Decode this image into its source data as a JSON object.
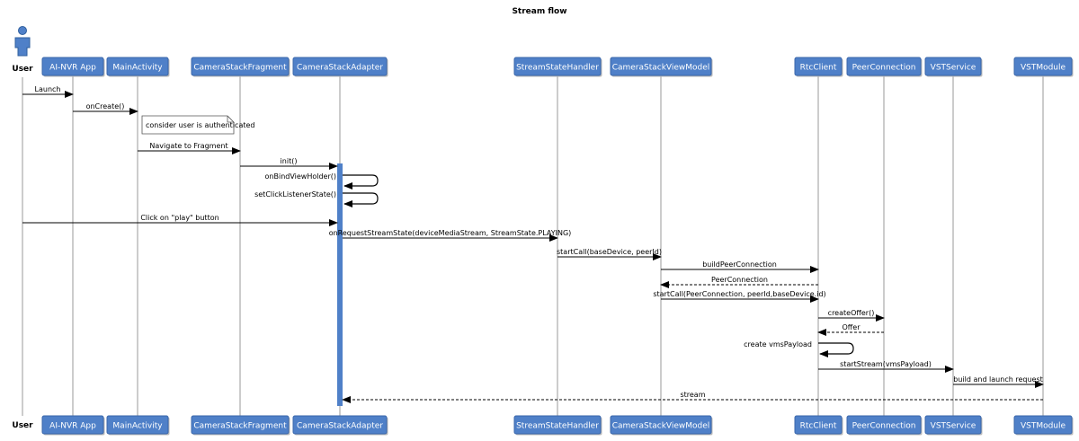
{
  "diagram": {
    "title": "Stream flow",
    "colors": {
      "participant_fill": "#4f80c8",
      "participant_stroke": "#3a66aa",
      "participant_text": "#ffffff",
      "lifeline": "#9a9a9a",
      "activation": "#4f80c8",
      "arrow": "#000000",
      "user_icon": "#4f80c8"
    },
    "actor": {
      "name": "User",
      "icon": "person-icon"
    },
    "participants": [
      "AI-NVR App",
      "MainActivity",
      "CameraStackFragment",
      "CameraStackAdapter",
      "StreamStateHandler",
      "CameraStackViewModel",
      "RtcClient",
      "PeerConnection",
      "VSTService",
      "VSTModule"
    ],
    "note": {
      "text": "consider user is authenticated",
      "over": "MainActivity"
    },
    "messages": [
      {
        "from": "User",
        "to": "AI-NVR App",
        "label": "Launch",
        "type": "sync"
      },
      {
        "from": "AI-NVR App",
        "to": "MainActivity",
        "label": "onCreate()",
        "type": "sync"
      },
      {
        "from": "MainActivity",
        "to": "CameraStackFragment",
        "label": "Navigate to Fragment",
        "type": "sync"
      },
      {
        "from": "CameraStackFragment",
        "to": "CameraStackAdapter",
        "label": "init()",
        "type": "sync"
      },
      {
        "from": "CameraStackAdapter",
        "to": "CameraStackAdapter",
        "label": "onBindViewHolder()",
        "type": "self"
      },
      {
        "from": "CameraStackAdapter",
        "to": "CameraStackAdapter",
        "label": "setClickListenerState()",
        "type": "self"
      },
      {
        "from": "User",
        "to": "CameraStackAdapter",
        "label": "Click on \"play\" button",
        "type": "sync"
      },
      {
        "from": "CameraStackAdapter",
        "to": "StreamStateHandler",
        "label": "onRequestStreamState(deviceMediaStream, StreamState.PLAYING)",
        "type": "sync"
      },
      {
        "from": "StreamStateHandler",
        "to": "CameraStackViewModel",
        "label": "startCall(baseDevice, peerId)",
        "type": "sync"
      },
      {
        "from": "CameraStackViewModel",
        "to": "RtcClient",
        "label": "buildPeerConnection",
        "type": "sync"
      },
      {
        "from": "RtcClient",
        "to": "CameraStackViewModel",
        "label": "PeerConnection",
        "type": "return"
      },
      {
        "from": "CameraStackViewModel",
        "to": "RtcClient",
        "label": "startCall(PeerConnection, peerId,baseDevice.id)",
        "type": "sync"
      },
      {
        "from": "RtcClient",
        "to": "PeerConnection",
        "label": "createOffer()",
        "type": "sync"
      },
      {
        "from": "PeerConnection",
        "to": "RtcClient",
        "label": "Offer",
        "type": "return"
      },
      {
        "from": "RtcClient",
        "to": "RtcClient",
        "label": "create vmsPayload",
        "type": "self"
      },
      {
        "from": "RtcClient",
        "to": "VSTService",
        "label": "startStream(vmsPayload)",
        "type": "sync"
      },
      {
        "from": "VSTService",
        "to": "VSTModule",
        "label": "build and launch request",
        "type": "sync"
      },
      {
        "from": "VSTModule",
        "to": "CameraStackAdapter",
        "label": "stream",
        "type": "return"
      }
    ]
  }
}
